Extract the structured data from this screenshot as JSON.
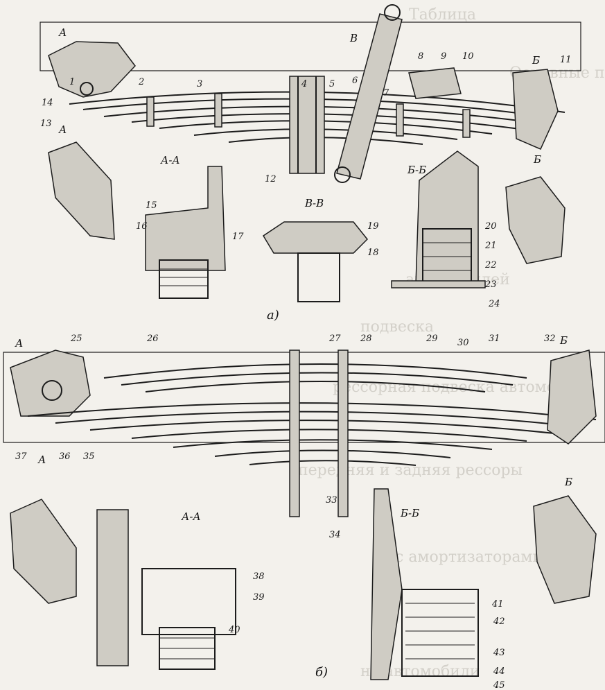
{
  "figure": {
    "caption_a": "а)",
    "caption_b": "б)",
    "sections": {
      "a_AA": "А-А",
      "a_BB": "Б-Б",
      "a_VV": "В-В",
      "b_AA": "А-А",
      "b_BB": "Б-Б"
    },
    "cut_marks": [
      "А",
      "А",
      "Б",
      "Б",
      "В",
      "А",
      "А",
      "Б",
      "Б"
    ],
    "callouts_a": [
      "1",
      "2",
      "3",
      "4",
      "5",
      "6",
      "7",
      "8",
      "9",
      "10",
      "11",
      "12",
      "13",
      "14",
      "15",
      "16",
      "17",
      "18",
      "19",
      "20",
      "21",
      "22",
      "23",
      "24"
    ],
    "callouts_b": [
      "25",
      "26",
      "27",
      "28",
      "29",
      "30",
      "31",
      "32",
      "33",
      "34",
      "35",
      "36",
      "37",
      "38",
      "39",
      "40",
      "41",
      "42",
      "43",
      "44",
      "45"
    ]
  },
  "background_text": {
    "line1": "Таблица",
    "line2": "Основные параметры подвесок",
    "line3": "автомобилей",
    "line4": "подвеска",
    "line5": "рессорная подвеска автомобиля",
    "line6": "передняя и задняя рессоры",
    "line7": "с амортизаторами",
    "line8": "на автомобили"
  }
}
